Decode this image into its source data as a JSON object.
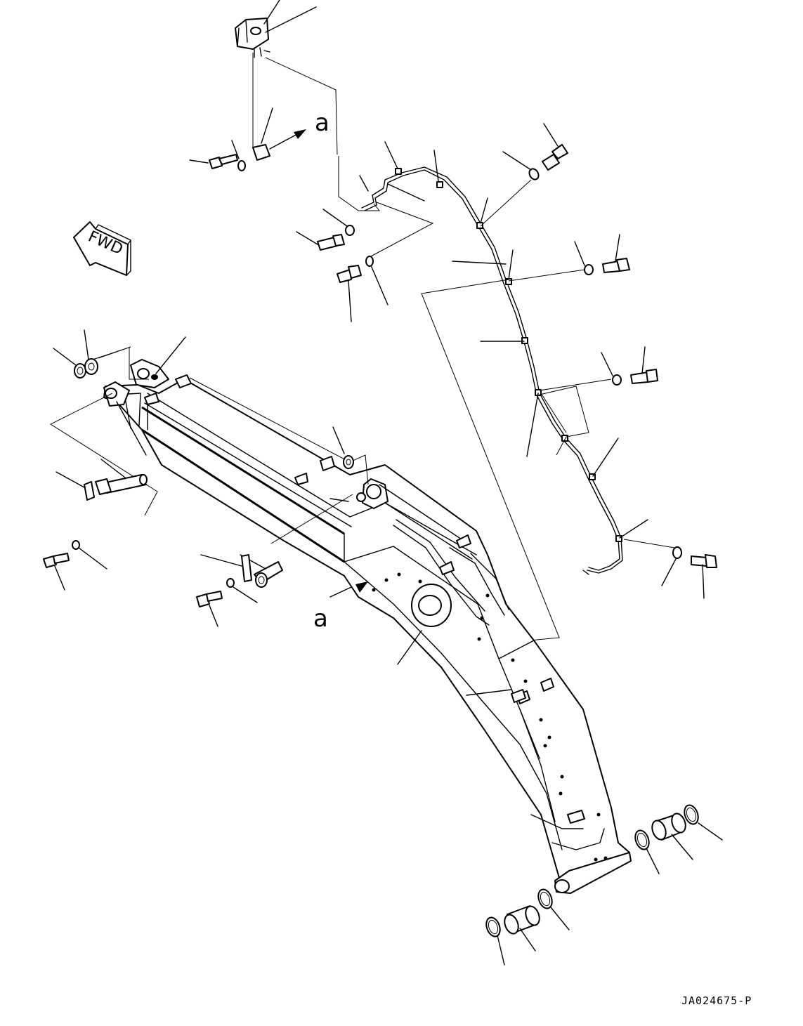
{
  "labels": {
    "view_marker_top": "a",
    "view_marker_bottom": "a",
    "direction": "FWD",
    "drawing_code": "JA024675-P"
  }
}
